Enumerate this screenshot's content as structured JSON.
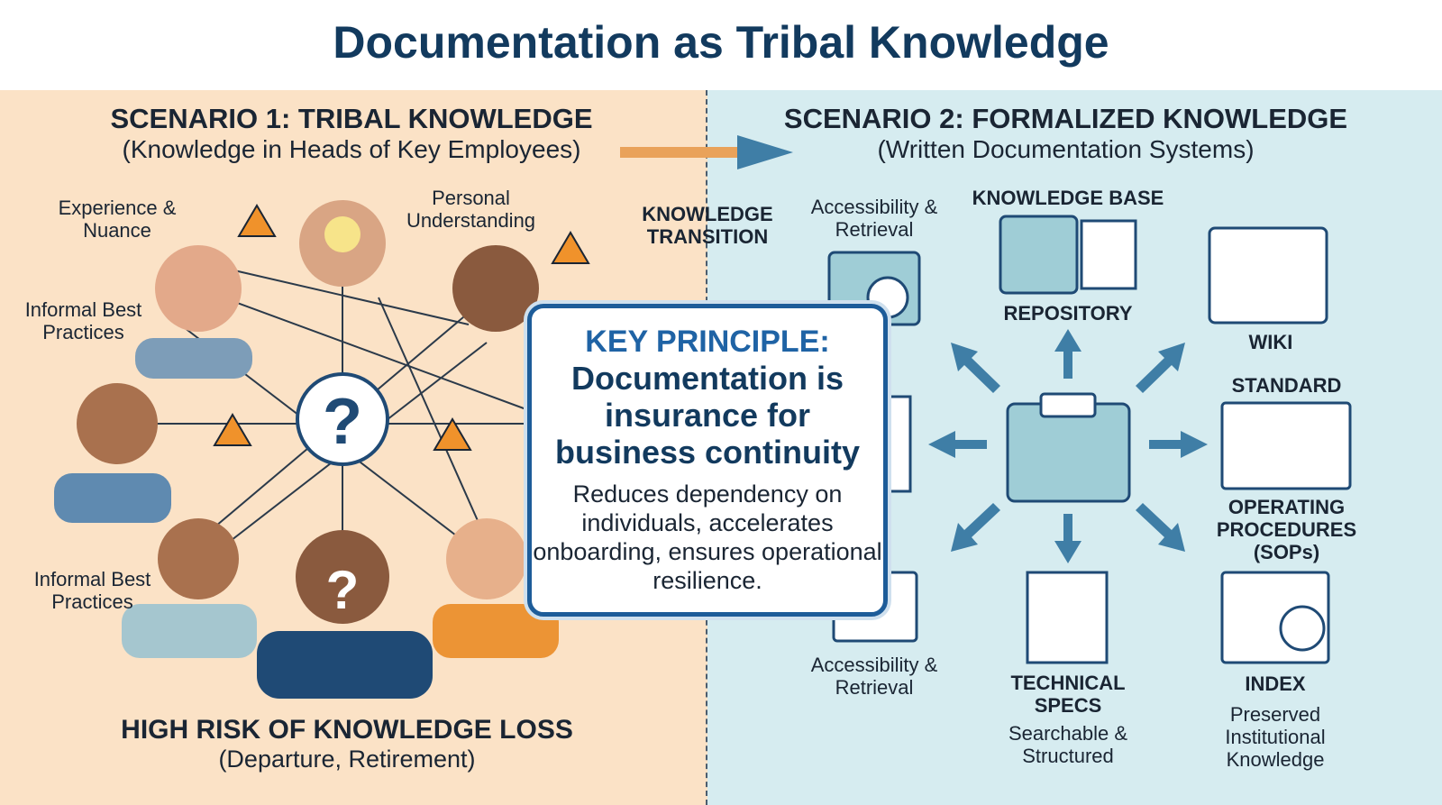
{
  "title": "Documentation as Tribal Knowledge",
  "scenario1": {
    "heading": "SCENARIO 1: TRIBAL KNOWLEDGE",
    "subheading": "(Knowledge in Heads of Key Employees)",
    "labels": {
      "experience": "Experience & Nuance",
      "personal": "Personal Understanding",
      "informal1": "Informal Best Practices",
      "informal2": "Informal Best Practices",
      "question": "?"
    },
    "footer": "HIGH RISK OF KNOWLEDGE LOSS",
    "footer_sub": "(Departure, Retirement)"
  },
  "transition": "KNOWLEDGE TRANSITION",
  "scenario2": {
    "heading": "SCENARIO 2: FORMALIZED KNOWLEDGE",
    "subheading": "(Written Documentation Systems)",
    "labels": {
      "access_top": "Accessibility & Retrieval",
      "kb": "KNOWLEDGE BASE",
      "repository": "REPOSITORY",
      "wiki": "WIKI",
      "standard": "STANDARD",
      "sops": "OPERATING PROCEDURES (SOPs)",
      "access_bottom": "Accessibility & Retrieval",
      "tech": "TECHNICAL SPECS",
      "searchable": "Searchable & Structured",
      "index": "INDEX",
      "preserved": "Preserved Institutional Knowledge"
    }
  },
  "key_principle": {
    "label": "KEY PRINCIPLE:",
    "main": "Documentation is insurance for business continuity",
    "description": "Reduces dependency on individuals, accelerates onboarding, ensures operational resilience."
  },
  "colors": {
    "title": "#123a5e",
    "left_bg": "#fbe2c6",
    "right_bg": "#d6ecf0",
    "accent": "#1d5c99",
    "warning": "#f0922b"
  }
}
